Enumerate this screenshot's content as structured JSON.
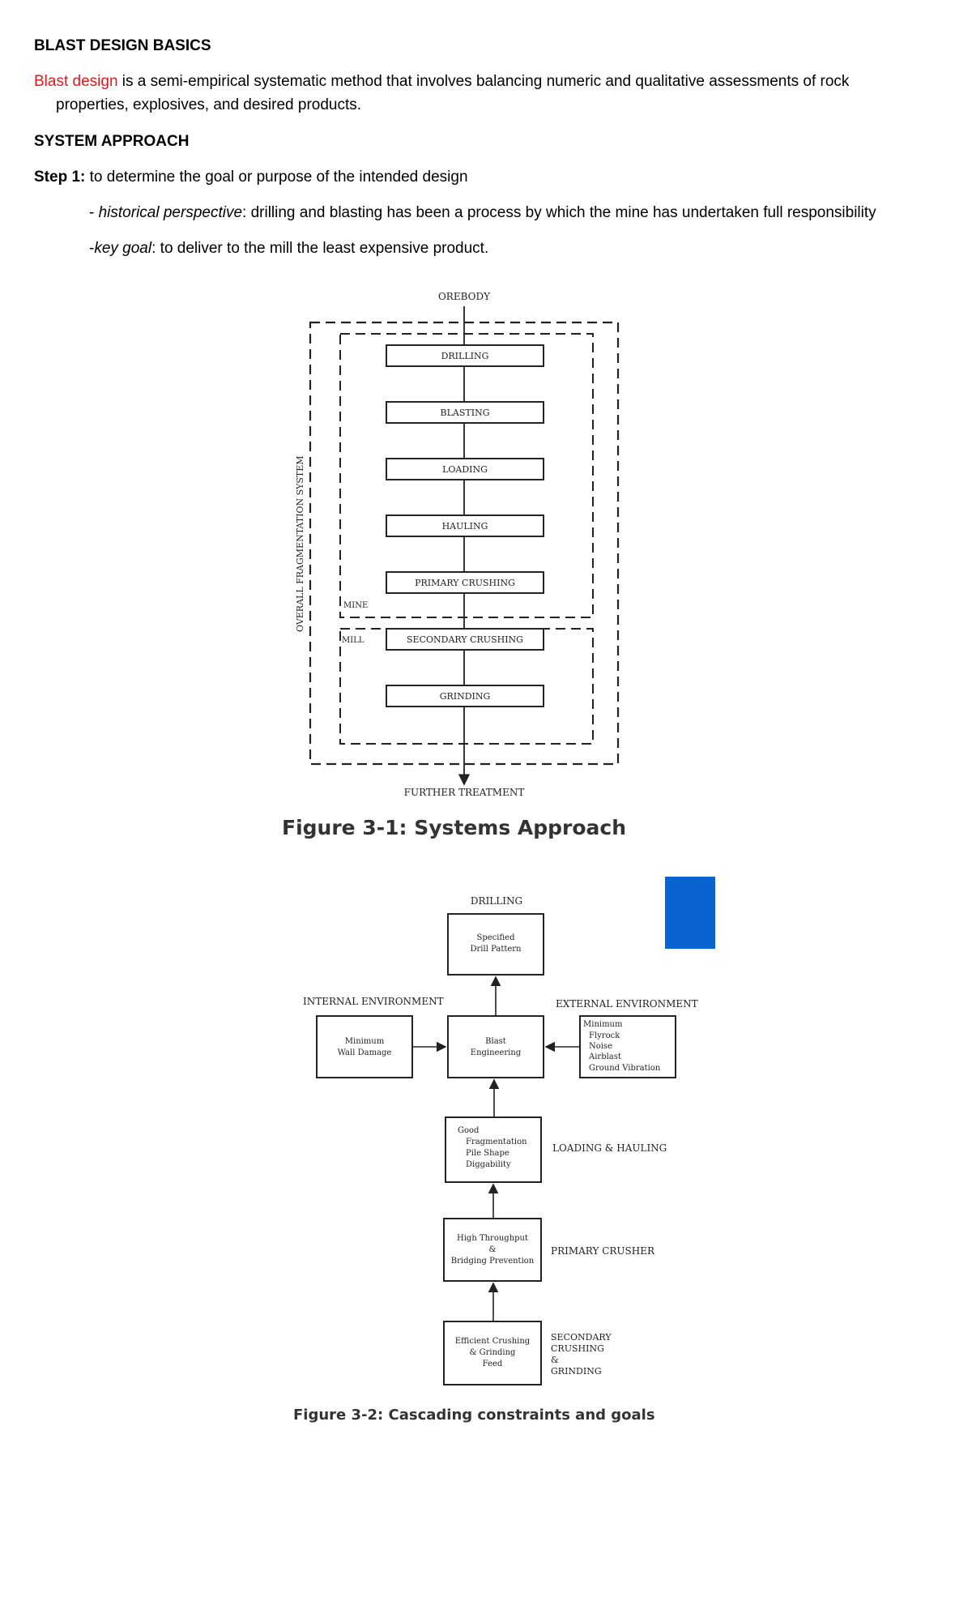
{
  "doc": {
    "heading": "BLAST DESIGN BASICS",
    "intro": {
      "highlight": "Blast design",
      "rest_line1": " is a semi-empirical systematic method that involves balancing numeric and qualitative assessments of rock",
      "rest_line2": "properties, explosives, and desired products."
    },
    "section": "SYSTEM APPROACH",
    "step1": {
      "label": "Step 1:",
      "text": " to determine the goal or purpose of the intended design"
    },
    "bullet1": {
      "prefix": "- ",
      "term": "historical perspective",
      "text": ": drilling and blasting has been a process by which the mine has undertaken full responsibility"
    },
    "bullet2": {
      "prefix": "-",
      "term": "key goal",
      "text": ":  to deliver to the mill the least expensive product."
    }
  },
  "figure1": {
    "top_label": "OREBODY",
    "side_label": "OVERALL FRAGMENTATION SYSTEM",
    "mine_label": "MINE",
    "mill_label": "MILL",
    "steps": [
      "DRILLING",
      "BLASTING",
      "LOADING",
      "HAULING",
      "PRIMARY CRUSHING",
      "SECONDARY CRUSHING",
      "GRINDING"
    ],
    "bottom_label": "FURTHER TREATMENT",
    "caption": "Figure 3-1: Systems Approach"
  },
  "figure2": {
    "drilling_label": "DRILLING",
    "drill_box": [
      "Specified",
      "Drill Pattern"
    ],
    "internal_label": "INTERNAL ENVIRONMENT",
    "internal_box": [
      "Minimum",
      "Wall Damage"
    ],
    "blast_box": [
      "Blast",
      "Engineering"
    ],
    "external_label": "EXTERNAL ENVIRONMENT",
    "external_box": [
      "Minimum",
      "Flyrock",
      "Noise",
      "Airblast",
      "Ground Vibration"
    ],
    "loading_box": [
      "Good",
      "Fragmentation",
      "Pile Shape",
      "Diggability"
    ],
    "loading_label": "LOADING & HAULING",
    "primary_box": [
      "High Throughput",
      "&",
      "Bridging Prevention"
    ],
    "primary_label": "PRIMARY CRUSHER",
    "secondary_box": [
      "Efficient Crushing",
      "& Grinding",
      "Feed"
    ],
    "secondary_label": [
      "SECONDARY",
      "CRUSHING",
      "&",
      "GRINDING"
    ],
    "caption": "Figure 3-2: Cascading constraints and goals"
  },
  "colors": {
    "highlight": "#e8161b",
    "blue_block": "#0a63d2"
  }
}
